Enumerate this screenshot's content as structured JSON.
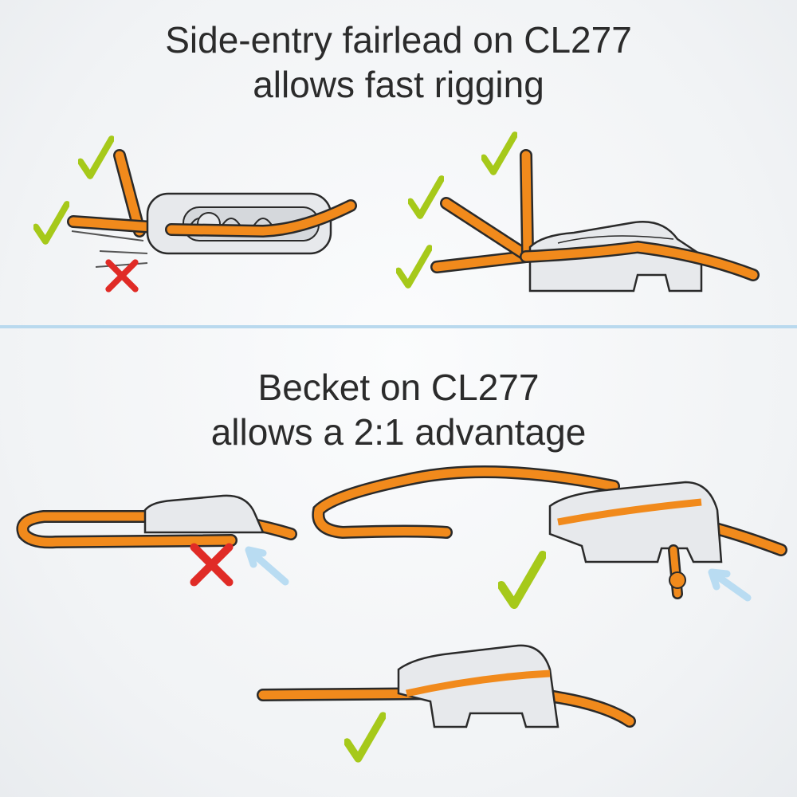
{
  "top_section": {
    "title_line1": "Side-entry fairlead on CL277",
    "title_line2": "allows fast rigging"
  },
  "bottom_section": {
    "title_line1": "Becket on CL277",
    "title_line2": "allows a 2:1 advantage"
  },
  "colors": {
    "rope": "#f18a1c",
    "rope_outline": "#2a2a2a",
    "cleat": "#e7e9ec",
    "check": "#a6c91a",
    "cross": "#e02b26",
    "arrow": "#b9dcf2",
    "divider": "#b9d9ee"
  },
  "icons": [
    "check-icon",
    "cross-icon",
    "arrow-icon",
    "cleat-icon",
    "rope-icon"
  ]
}
